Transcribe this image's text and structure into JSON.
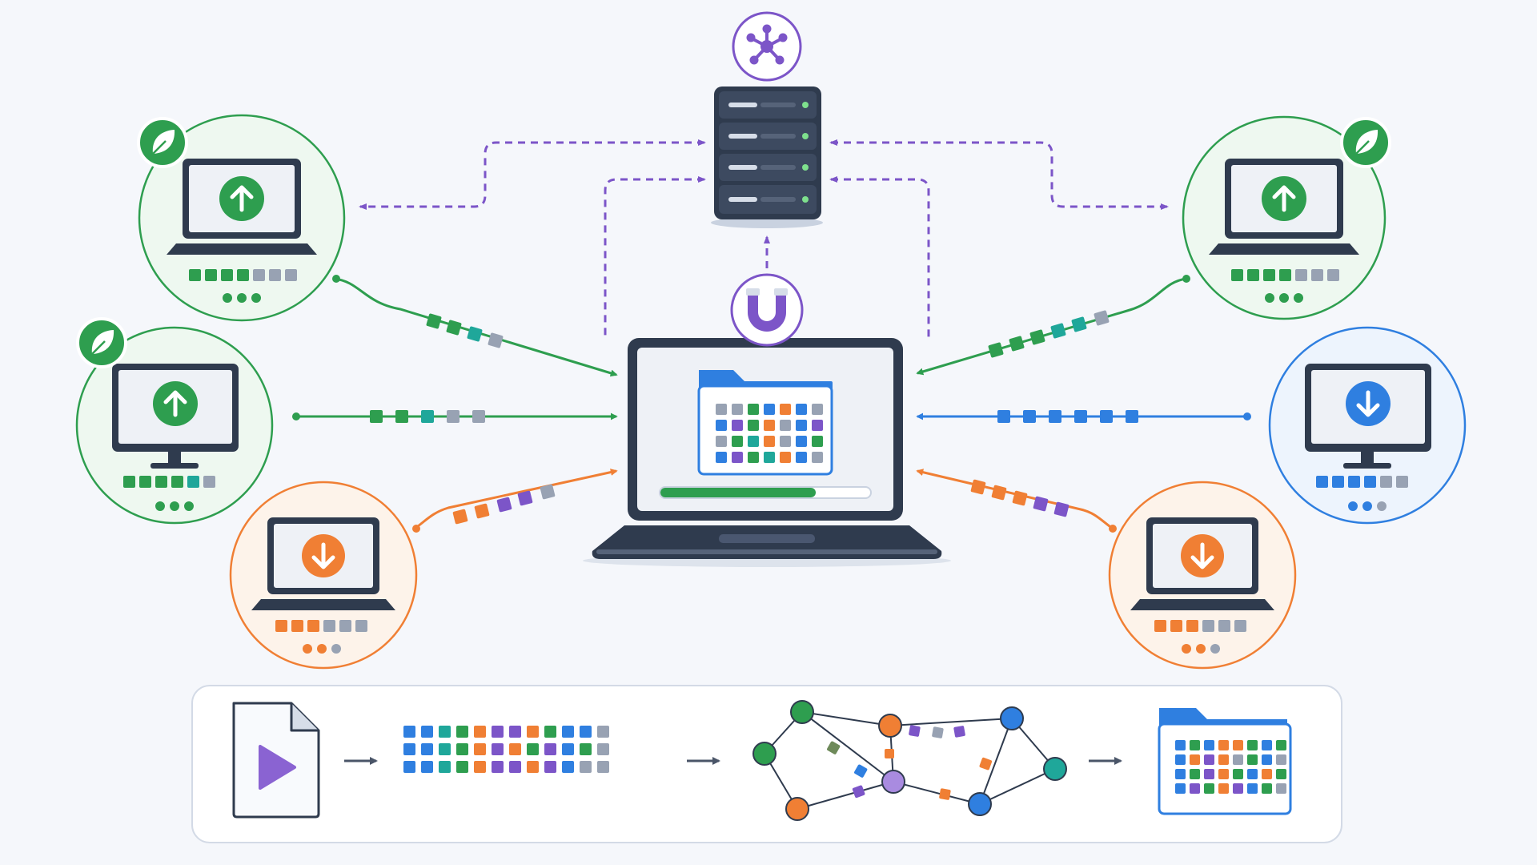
{
  "colors": {
    "background": "#f5f7fb",
    "seed_green": "#2e9e4f",
    "seed_green_light": "#eef8f0",
    "leech_orange": "#f07f34",
    "leech_orange_light": "#fdf3ea",
    "peer_blue": "#2f7fe0",
    "peer_blue_light": "#edf4fd",
    "tracker_purple": "#7c55c8",
    "device_dark": "#2f3b4e",
    "screen_light": "#eef1f6",
    "piece_gray": "#98a2b3",
    "piece_teal": "#1fa79a"
  },
  "icons": {
    "seed": "leaf-icon",
    "upload": "arrow-up-icon",
    "download": "arrow-down-icon",
    "tracker": "network-hub-icon",
    "magnet": "magnet-icon",
    "file": "video-file-icon",
    "folder": "folder-icon"
  },
  "client": {
    "download_progress": 0.74
  },
  "peers": [
    {
      "id": "seed-laptop-top-left",
      "role": "seed",
      "device": "laptop",
      "transfer": "upload",
      "seed_badge": true
    },
    {
      "id": "seed-desktop-mid-left",
      "role": "seed",
      "device": "desktop",
      "transfer": "upload",
      "seed_badge": true
    },
    {
      "id": "leech-laptop-bottom-left",
      "role": "leech",
      "device": "laptop",
      "transfer": "download",
      "seed_badge": false
    },
    {
      "id": "seed-laptop-top-right",
      "role": "seed",
      "device": "laptop",
      "transfer": "upload",
      "seed_badge": true
    },
    {
      "id": "peer-desktop-mid-right",
      "role": "peer",
      "device": "desktop",
      "transfer": "download",
      "seed_badge": false
    },
    {
      "id": "leech-laptop-bottom-right",
      "role": "leech",
      "device": "laptop",
      "transfer": "download",
      "seed_badge": false
    }
  ],
  "pipeline": {
    "steps": [
      "video-file",
      "piece-grid",
      "peer-swarm",
      "assembled-folder"
    ]
  }
}
